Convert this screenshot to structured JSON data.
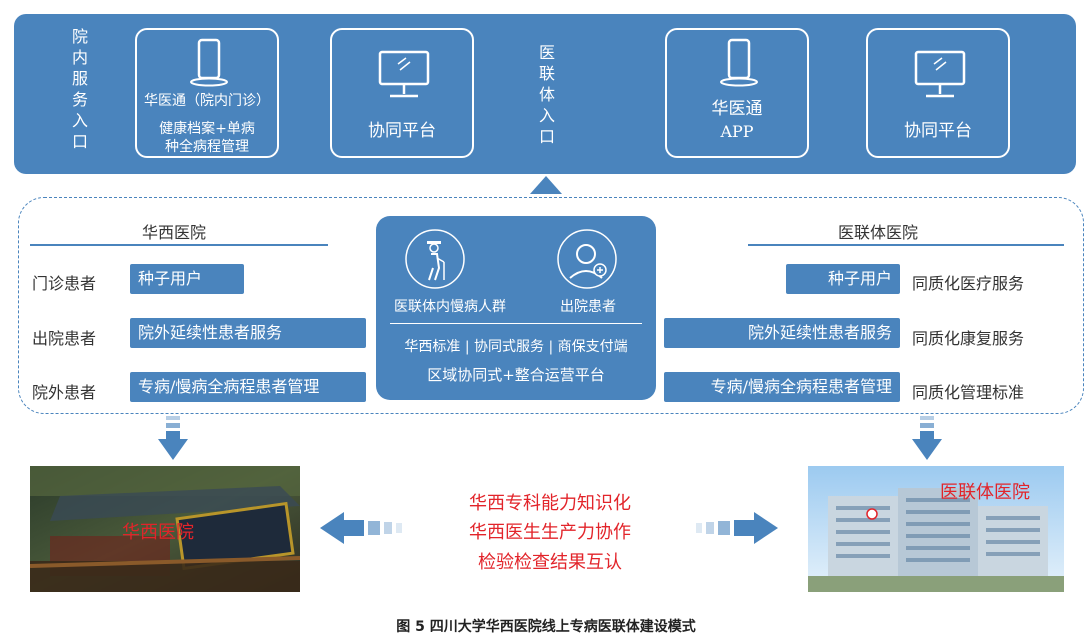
{
  "top": {
    "left_entry": "院\n内\n服\n务\n入\n口",
    "mid_entry": "医\n联\n体\n入\n口",
    "cards": [
      {
        "line1": "华医通（院内门诊）",
        "line2": "健康档案+单病",
        "line3": "种全病程管理"
      },
      {
        "line1": "协同平台"
      },
      {
        "line1": "华医通",
        "line2": "APP"
      },
      {
        "line1": "协同平台"
      }
    ]
  },
  "left": {
    "title": "华西医院",
    "rows": [
      {
        "label": "门诊患者",
        "pill": "种子用户"
      },
      {
        "label": "出院患者",
        "pill": "院外延续性患者服务"
      },
      {
        "label": "院外患者",
        "pill": "专病/慢病全病程患者管理"
      }
    ]
  },
  "center": {
    "icon1_label": "医联体内慢病人群",
    "icon2_label": "出院患者",
    "line1": "华西标准 | 协同式服务 | 商保支付端",
    "line2": "区域协同式+整合运营平台"
  },
  "right": {
    "title": "医联体医院",
    "rows": [
      {
        "pill": "种子用户",
        "label": "同质化医疗服务"
      },
      {
        "pill": "院外延续性患者服务",
        "label": "同质化康复服务"
      },
      {
        "pill": "专病/慢病全病程患者管理",
        "label": "同质化管理标准"
      }
    ]
  },
  "bottom": {
    "left_photo_label": "华西医院",
    "right_photo_label": "医联体医院",
    "red_lines": [
      "华西专科能力知识化",
      "华西医生生产力协作",
      "检验检查结果互认"
    ]
  },
  "caption": "图 5   四川大学华西医院线上专病医联体建设模式",
  "colors": {
    "primary_blue": "#4a84bd",
    "red_text": "#e2242a"
  }
}
